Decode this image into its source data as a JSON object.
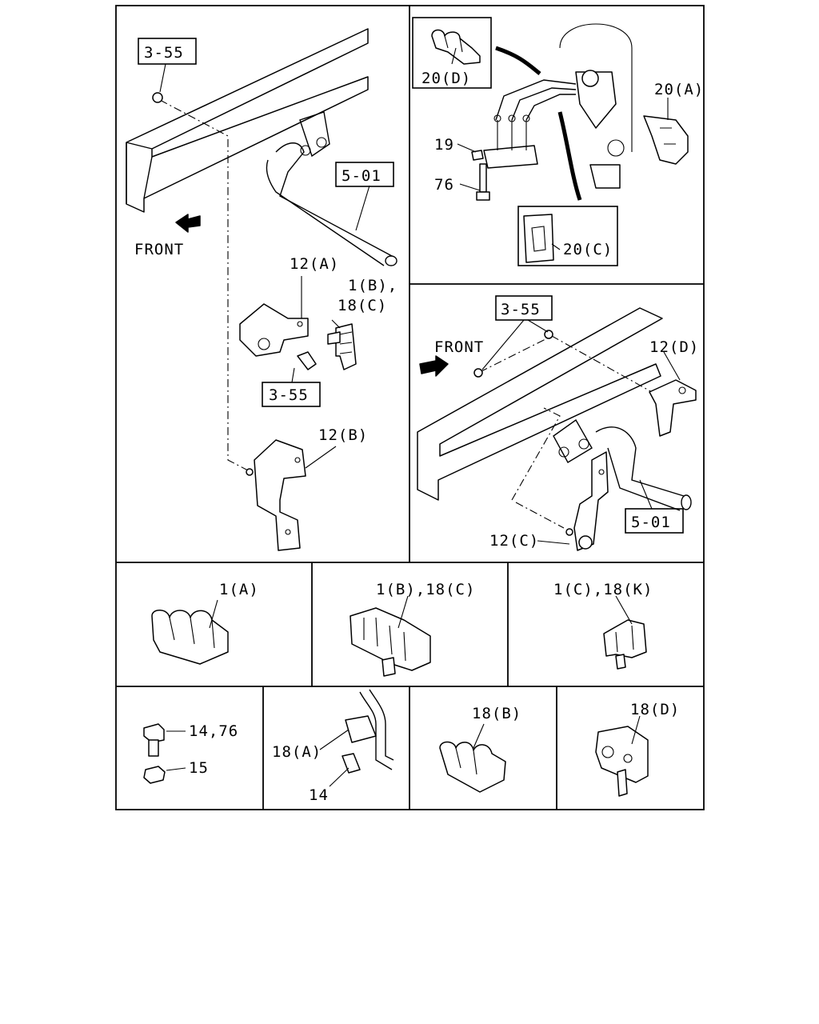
{
  "diagram": {
    "callouts": {
      "p1_ref_355_top": "3-55",
      "p1_ref_501": "5-01",
      "p1_front": "FRONT",
      "p1_12a": "12(A)",
      "p1_1b": "1(B),",
      "p1_18c": "18(C)",
      "p1_ref_355_mid": "3-55",
      "p1_12b": "12(B)",
      "p2_20d": "20(D)",
      "p2_20a": "20(A)",
      "p2_19": "19",
      "p2_76": "76",
      "p2_20c": "20(C)",
      "p3_ref_355": "3-55",
      "p3_front": "FRONT",
      "p3_12d": "12(D)",
      "p3_ref_501": "5-01",
      "p3_12c": "12(C)",
      "r2_1a": "1(A)",
      "r2_1b18c": "1(B),18(C)",
      "r2_1c18k": "1(C),18(K)",
      "r3_1476": "14,76",
      "r3_15": "15",
      "r3_18a": "18(A)",
      "r3_14": "14",
      "r3_18b": "18(B)",
      "r3_18d": "18(D)"
    }
  }
}
